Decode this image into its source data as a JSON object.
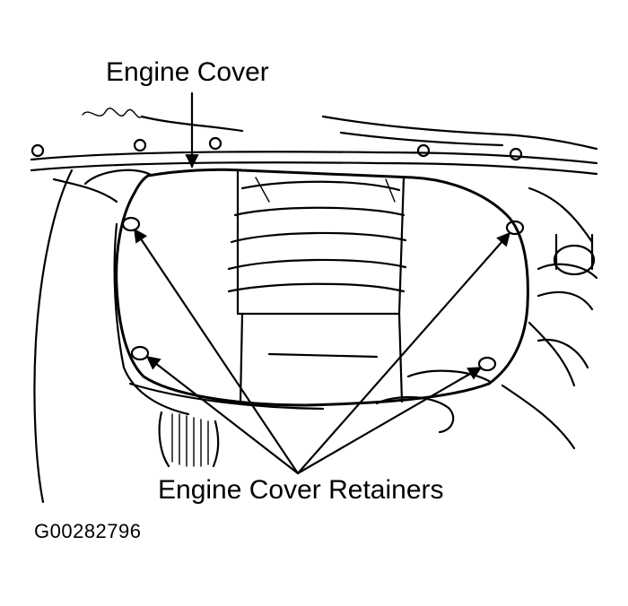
{
  "labels": {
    "engine_cover": "Engine Cover",
    "retainers": "Engine Cover Retainers",
    "figure_id": "G00282796"
  },
  "colors": {
    "ink": "#000000",
    "paper": "#ffffff"
  }
}
